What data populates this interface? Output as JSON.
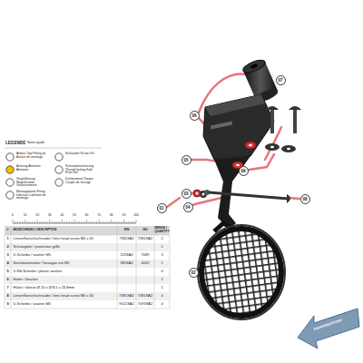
{
  "diagram": {
    "nodes": [
      {
        "text": [
          "07"
        ]
      },
      {
        "text": [
          "06"
        ]
      },
      {
        "text": [
          "05"
        ]
      },
      {
        "text": [
          "09"
        ]
      },
      {
        "text": [
          "03"
        ]
      },
      {
        "text": [
          "04"
        ]
      },
      {
        "text": [
          "01"
        ]
      },
      {
        "text": [
          "08"
        ]
      },
      {
        "text": [
          "02"
        ]
      },
      {
        "text": [
          "FAHRTRICHTUNG"
        ]
      }
    ],
    "labels": [
      "LEGENDE",
      "Notes guide",
      "0",
      "10",
      "20",
      "30",
      "40",
      "50",
      "60",
      "70",
      "80",
      "90",
      "100",
      "#",
      "BEZEICHNUNG / DESCRIPTION",
      "DIN",
      "ISO",
      "MENGE / QUANTITY",
      "1",
      "Linsenflanschschraube / lens head screw   M5 x 45",
      "7381SA2",
      "7381SA2",
      "2",
      "2",
      "Schutzgitter / protection grille",
      "1",
      "3",
      "U-Scheibe / washer   M5",
      "125SA2",
      "7089",
      "3",
      "4",
      "Sechskantmutter / hexagon nut   M5",
      "985SA2",
      "4032",
      "1",
      "5",
      "U-Rd-Scheibe / plastic washer",
      "4",
      "6",
      "Halter / bracket",
      "2",
      "7",
      "Hülse / sleeve   Ø 20 x Ø 8,5 x 23,8mm",
      "1",
      "8",
      "Linsenflanschschraube / lens head screw   M5 x 30",
      "7381SA2",
      "7381SA2",
      "4",
      "9",
      "U-Scheibe / washer   M5",
      "9021SA2",
      "7093SA2",
      "4"
    ],
    "legend": [
      {
        "text": "Anbau-Tipp Fitting tip Astuce de montage"
      },
      {
        "text": "Achtung Attention Attention"
      },
      {
        "text": "Vergrößerung Magnification Grossissement"
      },
      {
        "text": "Montagepaste Fitting lubricant Lubrifiant de montage"
      },
      {
        "text": "Schrauber Screw Vis"
      },
      {
        "text": "Schraubensicherung Thread locking fluid Frein filet"
      },
      {
        "text": "Drehmoment Torque Couple de serrage"
      }
    ]
  }
}
